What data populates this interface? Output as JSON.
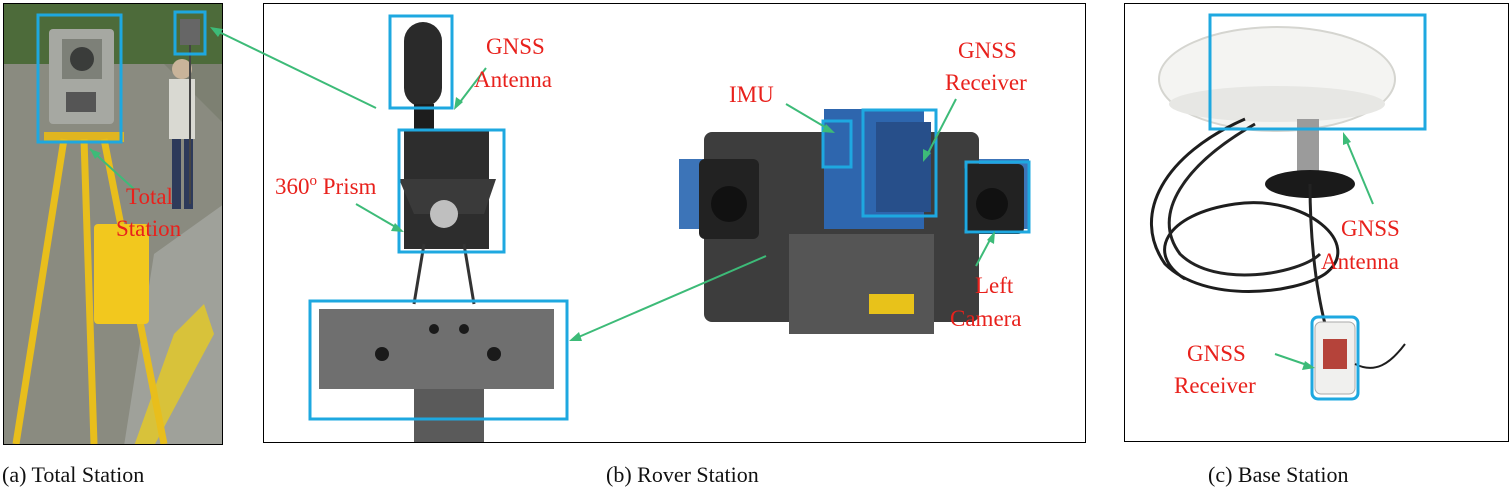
{
  "captions": {
    "a": "(a) Total Station",
    "b": "(b) Rover Station",
    "c": "(c) Base Station"
  },
  "labels": {
    "total_station": [
      "Total",
      "Station"
    ],
    "gnss_antenna_b": [
      "GNSS",
      "Antenna"
    ],
    "prism_number": "360",
    "prism_sup": "o",
    "prism_word": " Prism",
    "gnss_receiver_b": [
      "GNSS",
      "Receiver"
    ],
    "imu": "IMU",
    "left_camera": [
      "Left",
      "Camera"
    ],
    "gnss_antenna_c": [
      "GNSS",
      "Antenna"
    ],
    "gnss_receiver_c": [
      "GNSS",
      "Receiver"
    ]
  },
  "colors": {
    "box": "#1ea8e0",
    "arrow": "#3dbb78",
    "label": "#e8211c"
  }
}
